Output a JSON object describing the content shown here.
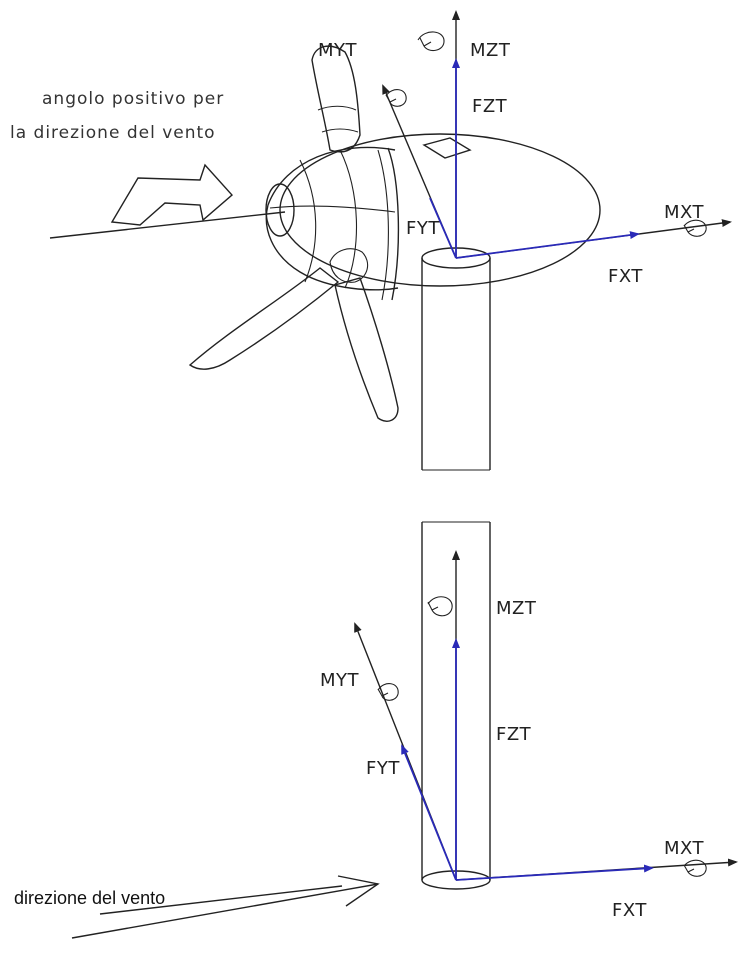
{
  "top_view": {
    "wind_angle_note_line1": "angolo positivo per",
    "wind_angle_note_line2": "la direzione del vento",
    "label_myt": "MYT",
    "label_mzt": "MZT",
    "label_fzt": "FZT",
    "label_fyt": "FYT",
    "label_mxt": "MXT",
    "label_fxt": "FXT"
  },
  "bottom_view": {
    "label_myt": "MYT",
    "label_mzt": "MZT",
    "label_fzt": "FZT",
    "label_fyt": "FYT",
    "label_mxt": "MXT",
    "label_fxt": "FXT",
    "wind_direction_label": "direzione del vento"
  },
  "colors": {
    "force_vector": "#2a2ab8",
    "line": "#222222"
  }
}
